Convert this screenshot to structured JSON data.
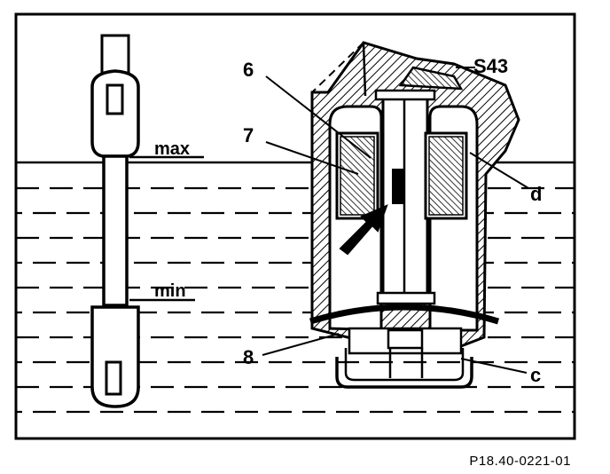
{
  "labels": {
    "max": "max",
    "min": "min",
    "part_6": "6",
    "part_7": "7",
    "part_8": "8",
    "s43": "S43",
    "d": "d",
    "c": "c"
  },
  "reference": "P18.40-0221-01"
}
